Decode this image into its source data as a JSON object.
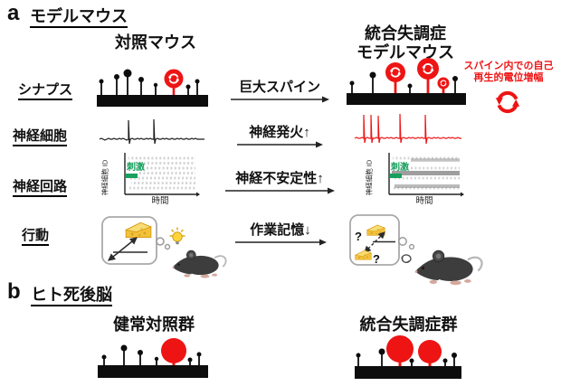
{
  "colors": {
    "red": "#ee1414",
    "green": "#17a05e",
    "ink": "#111111"
  },
  "panel_a": {
    "label": "a",
    "title": "モデルマウス",
    "control_header": "対照マウス",
    "model_header_line1": "統合失調症",
    "model_header_line2": "モデルマウス",
    "row_synapse": "シナプス",
    "row_neuron": "神経細胞",
    "row_circuit": "神経回路",
    "row_behavior": "行動",
    "arrow_synapse": "巨大スパイン",
    "arrow_neuron": "神経発火↑",
    "arrow_circuit": "神経不安定性↑",
    "arrow_behavior": "作業記憶↓",
    "annotation_line1": "スパイン内での自己",
    "annotation_line2": "再生的電位増幅",
    "raster_ylabel": "神経細胞 ID",
    "raster_xlabel": "時間",
    "stim_label": "刺激",
    "question_mark": "?"
  },
  "panel_b": {
    "label": "b",
    "title": "ヒト死後脳",
    "control_header": "健常対照群",
    "model_header": "統合失調症群"
  }
}
